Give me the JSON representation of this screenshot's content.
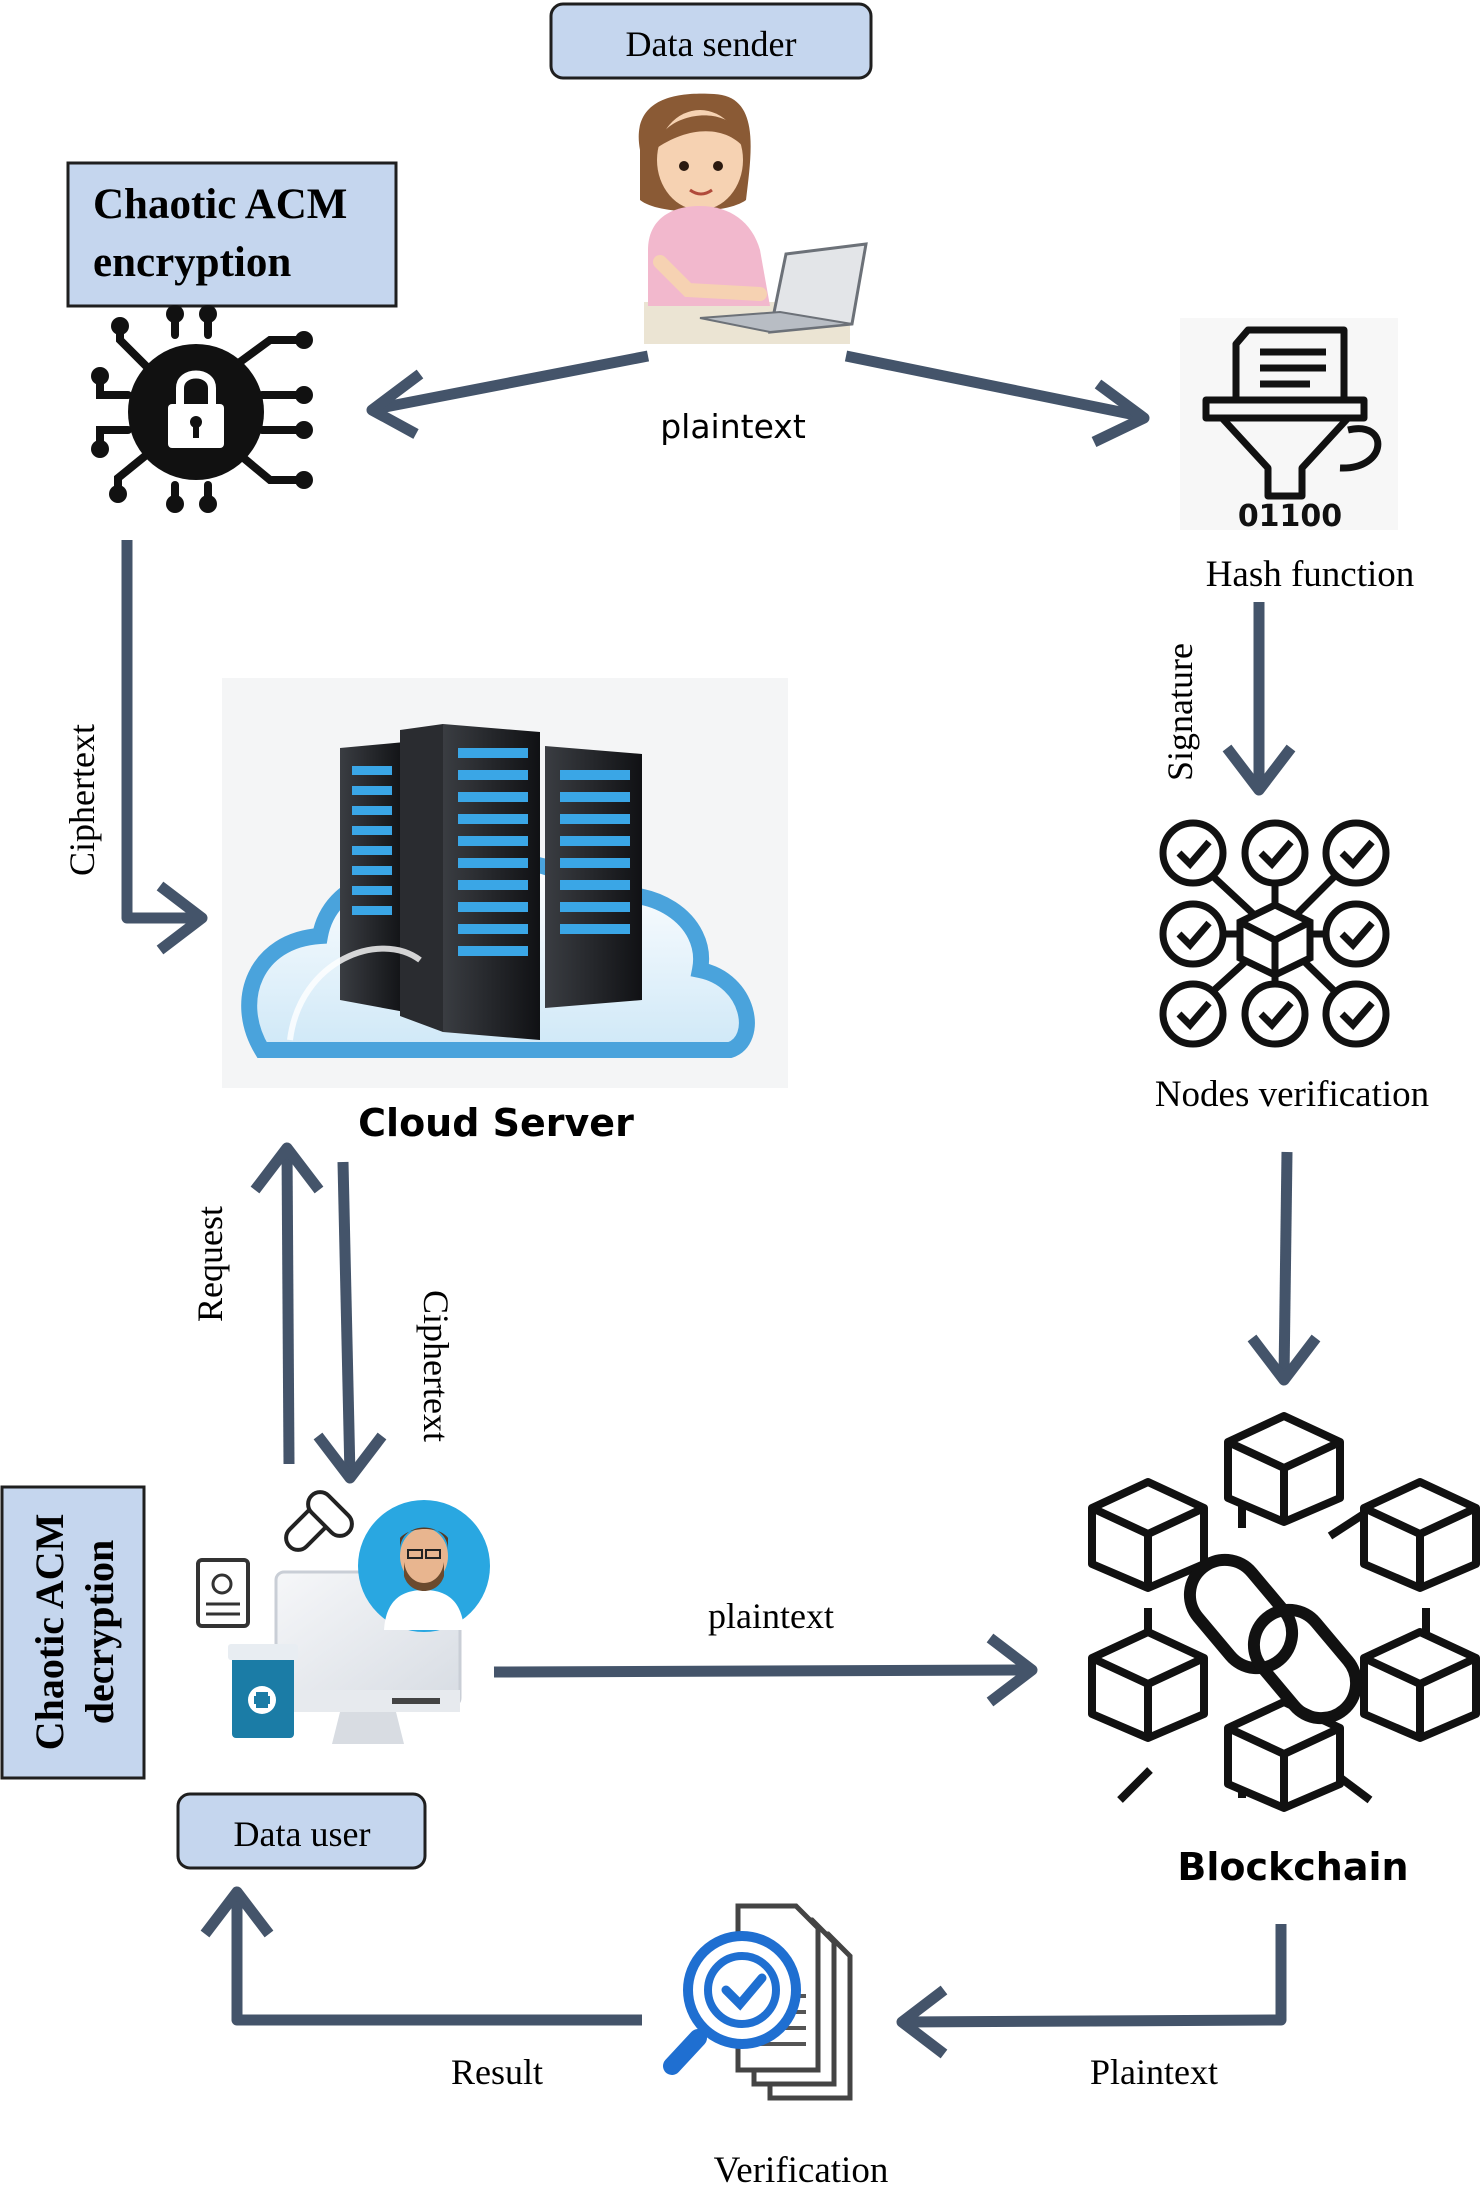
{
  "nodes": {
    "data_sender": "Data sender",
    "encryption": [
      "Chaotic ACM",
      "encryption"
    ],
    "hash_function": "Hash function",
    "cloud_server": "Cloud Server",
    "nodes_verification": "Nodes verification",
    "decryption": [
      "Chaotic ACM",
      "decryption"
    ],
    "data_user": "Data user",
    "blockchain": "Blockchain",
    "verification": "Verification"
  },
  "edges": {
    "sender_plaintext": "plaintext",
    "ciphertext_to_cloud": "Ciphertext",
    "signature": "Signature",
    "request": "Request",
    "ciphertext_to_user": "Ciphertext",
    "user_plaintext": "plaintext",
    "blockchain_plaintext": "Plaintext",
    "result": "Result"
  },
  "icons": [
    "person-laptop-icon",
    "lock-circuit-icon",
    "hash-funnel-icon",
    "server-cloud-icon",
    "nodes-network-icon",
    "doctor-computer-icon",
    "blockchain-icon",
    "verification-document-icon"
  ],
  "colors": {
    "arrow": "#44546a",
    "box_fill": "#c5d6ee",
    "box_stroke": "#1f1f1f",
    "cloud": "#4aa3dc"
  }
}
